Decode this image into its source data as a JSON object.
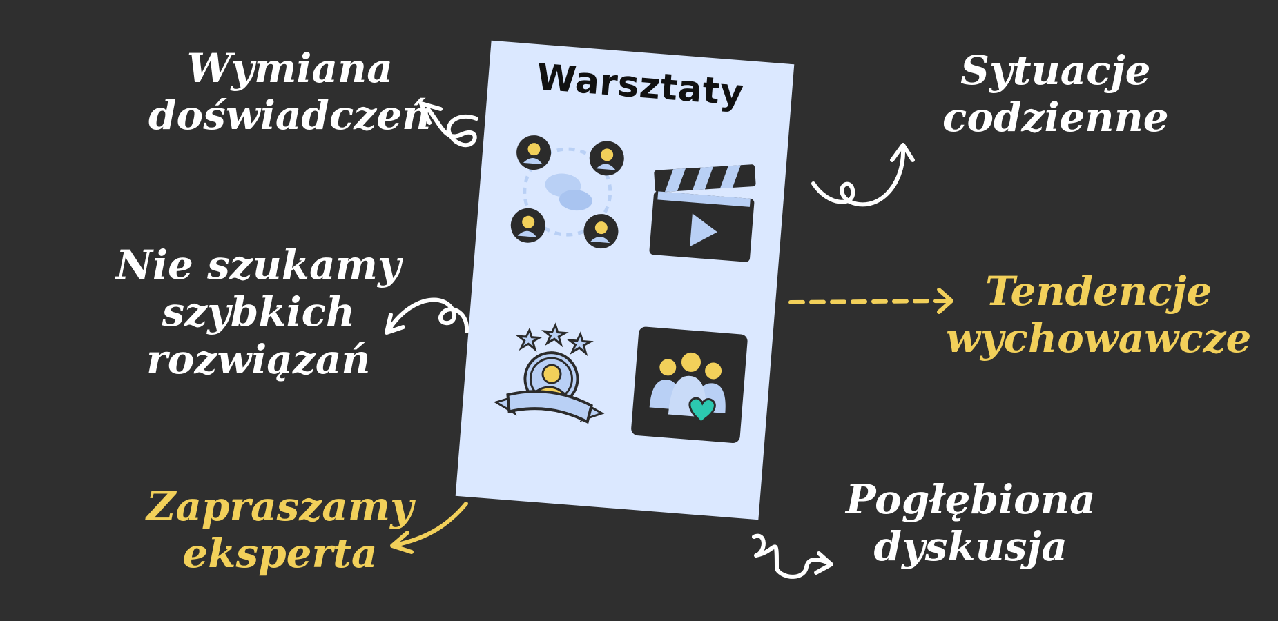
{
  "card": {
    "title": "Warsztaty",
    "background": "#dbe8ff",
    "icons": [
      "people-discussion-icon",
      "clapperboard-icon",
      "expert-award-icon",
      "family-heart-icon"
    ]
  },
  "labels": {
    "top_left": [
      "Wymiana",
      "doświadczeń"
    ],
    "top_right": [
      "Sytuacje",
      "codzienne"
    ],
    "mid_left": [
      "Nie szukamy",
      "szybkich",
      "rozwiązań"
    ],
    "mid_right": [
      "Tendencje",
      "wychowawcze"
    ],
    "bottom_left": [
      "Zapraszamy",
      "eksperta"
    ],
    "bottom_right": [
      "Pogłębiona",
      "dyskusja"
    ]
  },
  "colors": {
    "background": "#2f2f2f",
    "text": "#ffffff",
    "accent": "#f2d05a",
    "icon_dark": "#2b2b2b",
    "icon_light": "#b9d0f5",
    "icon_yellow": "#f2d05a",
    "heart": "#2cc9b0"
  }
}
